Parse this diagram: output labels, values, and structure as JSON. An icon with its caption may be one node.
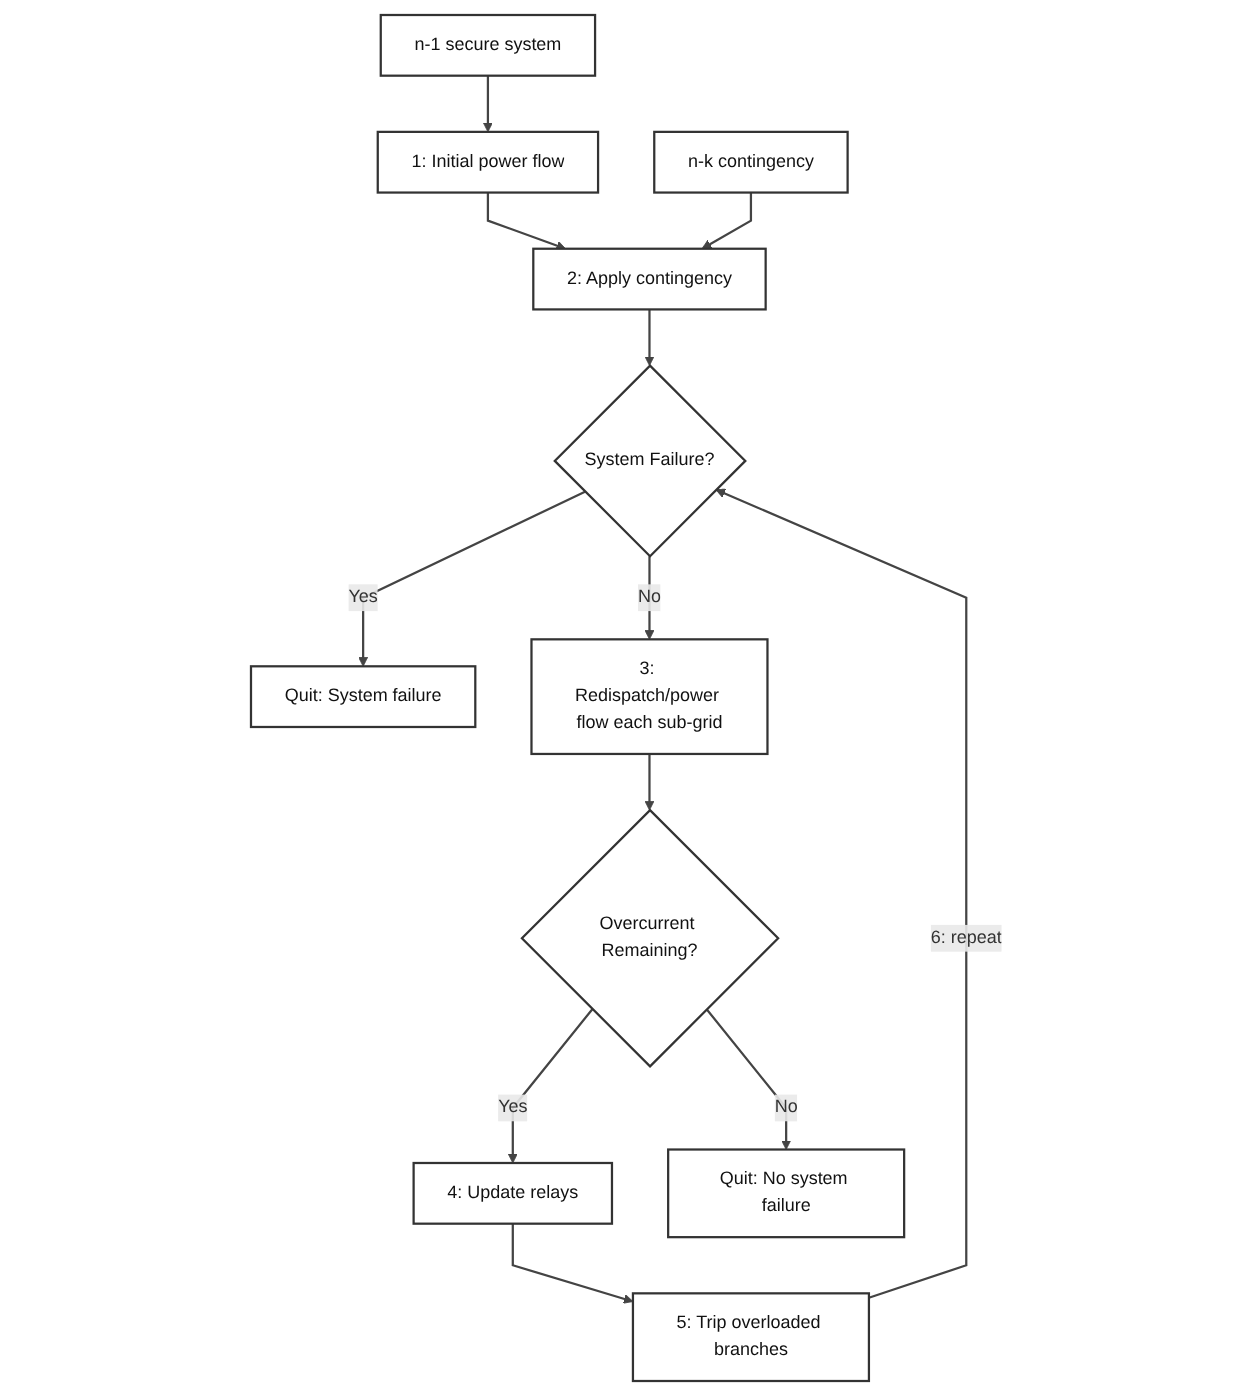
{
  "diagram": {
    "nodes": [
      {
        "text": [
          "n-1 secure system"
        ]
      },
      {
        "text": [
          "n-k contingency"
        ]
      },
      {
        "text": [
          "1: Initial power flow"
        ]
      },
      {
        "text": [
          "2: Apply contingency"
        ]
      },
      {
        "text": [
          "System Failure?"
        ]
      },
      {
        "text": [
          "Quit: System failure"
        ]
      },
      {
        "text": [
          "5: Trip overloaded branches"
        ]
      },
      {
        "text": [
          "3: Redispatch/power flow each sub-grid"
        ]
      },
      {
        "text": [
          "4: Update relays"
        ]
      },
      {
        "text": [
          "Overcurrent Remaining?"
        ]
      },
      {
        "text": [
          "Quit: No system failure"
        ]
      }
    ],
    "edges": [
      {
        "from": 0,
        "to": 2,
        "arrow": "to"
      },
      {
        "from": 2,
        "to": 3,
        "arrow": "to"
      },
      {
        "from": 1,
        "to": 3,
        "arrow": "to"
      },
      {
        "from": 3,
        "to": 4,
        "arrow": "to"
      },
      {
        "from": 4,
        "to": 5,
        "arrow": "to",
        "label": "Yes"
      },
      {
        "from": 4,
        "to": 7,
        "arrow": "to",
        "label": "No"
      },
      {
        "from": 7,
        "to": 9,
        "arrow": "to"
      },
      {
        "from": 9,
        "to": 10,
        "arrow": "to",
        "label": "No"
      },
      {
        "from": 9,
        "to": 8,
        "arrow": "to",
        "label": "Yes"
      },
      {
        "from": 8,
        "to": 6,
        "arrow": "to"
      },
      {
        "from": 6,
        "to": 4,
        "arrow": "to",
        "label": "6: repeat"
      }
    ]
  }
}
